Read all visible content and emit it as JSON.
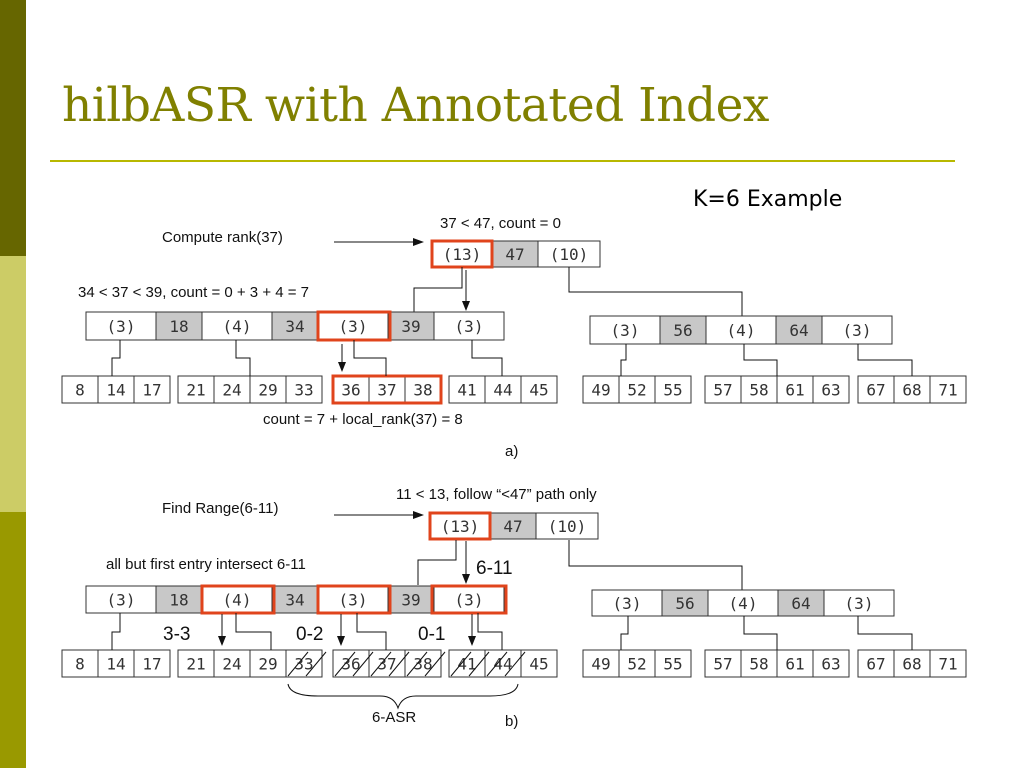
{
  "slide": {
    "title": "hilbASR with Annotated Index",
    "subtitle": "K=6 Example"
  },
  "colors": {
    "sidebar_dark": "#666600",
    "sidebar_mid": "#cccc66",
    "sidebar_olive": "#999900",
    "title": "#808000",
    "rule": "#b8b800",
    "highlight": "#e0441c",
    "key_fill": "#c8c8c8"
  },
  "panel_a": {
    "caption": "a)",
    "compute_label": "Compute rank(37)",
    "root_note": "37 < 47, count = 0",
    "level1_note": "34 < 37 < 39, count = 0 + 3 + 4 = 7",
    "leaf_note": "count = 7 + local_rank(37) = 8",
    "root": [
      "(13)",
      "47",
      "(10)"
    ],
    "left_node": [
      "(3)",
      "18",
      "(4)",
      "34",
      "(3)",
      "39",
      "(3)"
    ],
    "right_node": [
      "(3)",
      "56",
      "(4)",
      "64",
      "(3)"
    ],
    "leaves": [
      [
        "8",
        "14",
        "17"
      ],
      [
        "21",
        "24",
        "29",
        "33"
      ],
      [
        "36",
        "37",
        "38"
      ],
      [
        "41",
        "44",
        "45"
      ],
      [
        "49",
        "52",
        "55"
      ],
      [
        "57",
        "58",
        "61",
        "63"
      ],
      [
        "67",
        "68",
        "71"
      ]
    ]
  },
  "panel_b": {
    "caption": "b)",
    "find_label": "Find Range(6-11)",
    "root_note": "11 < 13, follow “<47” path only",
    "level1_note": "all but first entry intersect 6-11",
    "range_label": "6-11",
    "sub_ranges": [
      "3-3",
      "0-2",
      "0-1"
    ],
    "asr_label": "6-ASR",
    "root": [
      "(13)",
      "47",
      "(10)"
    ],
    "left_node": [
      "(3)",
      "18",
      "(4)",
      "34",
      "(3)",
      "39",
      "(3)"
    ],
    "right_node": [
      "(3)",
      "56",
      "(4)",
      "64",
      "(3)"
    ],
    "leaves": [
      [
        "8",
        "14",
        "17"
      ],
      [
        "21",
        "24",
        "29",
        "33"
      ],
      [
        "36",
        "37",
        "38"
      ],
      [
        "41",
        "44",
        "45"
      ],
      [
        "49",
        "52",
        "55"
      ],
      [
        "57",
        "58",
        "61",
        "63"
      ],
      [
        "67",
        "68",
        "71"
      ]
    ]
  }
}
